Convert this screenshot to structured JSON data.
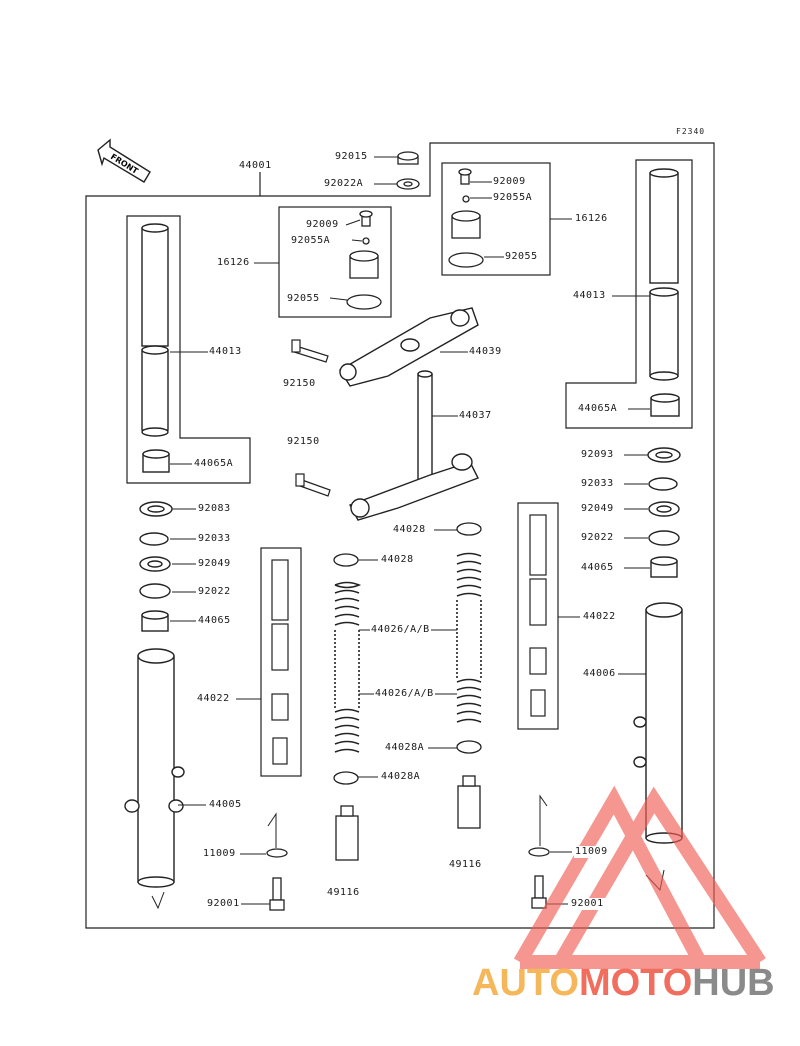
{
  "diagram": {
    "code": "F2340",
    "front_label": "FRONT",
    "parts": [
      {
        "id": "p44001",
        "label": "44001"
      },
      {
        "id": "p92015",
        "label": "92015"
      },
      {
        "id": "p92022A_top",
        "label": "92022A"
      },
      {
        "id": "p92009_l",
        "label": "92009"
      },
      {
        "id": "p92055A_l",
        "label": "92055A"
      },
      {
        "id": "p16126_l",
        "label": "16126"
      },
      {
        "id": "p92055_l",
        "label": "92055"
      },
      {
        "id": "p92009_r",
        "label": "92009"
      },
      {
        "id": "p92055A_r",
        "label": "92055A"
      },
      {
        "id": "p16126_r",
        "label": "16126"
      },
      {
        "id": "p92055_r",
        "label": "92055"
      },
      {
        "id": "p44013_l",
        "label": "44013"
      },
      {
        "id": "p44065A_l",
        "label": "44065A"
      },
      {
        "id": "p44013_r",
        "label": "44013"
      },
      {
        "id": "p44065A_r",
        "label": "44065A"
      },
      {
        "id": "p44039",
        "label": "44039"
      },
      {
        "id": "p92150_a",
        "label": "92150"
      },
      {
        "id": "p44037",
        "label": "44037"
      },
      {
        "id": "p92150_b",
        "label": "92150"
      },
      {
        "id": "p92093",
        "label": "92093"
      },
      {
        "id": "p92033_r",
        "label": "92033"
      },
      {
        "id": "p92049_r",
        "label": "92049"
      },
      {
        "id": "p92022_r",
        "label": "92022"
      },
      {
        "id": "p44065_r",
        "label": "44065"
      },
      {
        "id": "p92083",
        "label": "92083"
      },
      {
        "id": "p92033_l",
        "label": "92033"
      },
      {
        "id": "p92049_l",
        "label": "92049"
      },
      {
        "id": "p92022_l",
        "label": "92022"
      },
      {
        "id": "p44065_l",
        "label": "44065"
      },
      {
        "id": "p44028_a",
        "label": "44028"
      },
      {
        "id": "p44028_b",
        "label": "44028"
      },
      {
        "id": "p44022_r",
        "label": "44022"
      },
      {
        "id": "p44026_a",
        "label": "44026/A/B"
      },
      {
        "id": "p44026_b",
        "label": "44026/A/B"
      },
      {
        "id": "p44022_l",
        "label": "44022"
      },
      {
        "id": "p44006",
        "label": "44006"
      },
      {
        "id": "p44028A_a",
        "label": "44028A"
      },
      {
        "id": "p44028A_b",
        "label": "44028A"
      },
      {
        "id": "p44005",
        "label": "44005"
      },
      {
        "id": "p11009_l",
        "label": "11009"
      },
      {
        "id": "p11009_r",
        "label": "11009"
      },
      {
        "id": "p49116_l",
        "label": "49116"
      },
      {
        "id": "p49116_r",
        "label": "49116"
      },
      {
        "id": "p92001_l",
        "label": "92001"
      },
      {
        "id": "p92001_r",
        "label": "92001"
      }
    ]
  },
  "watermark": {
    "part1": "AUTO",
    "part2": "MOTO",
    "part3": "HUB",
    "colors": {
      "auto": "#f6b75a",
      "moto": "#f16e5e",
      "hub": "#8a8a8a",
      "triangle": "#f05f55"
    }
  }
}
